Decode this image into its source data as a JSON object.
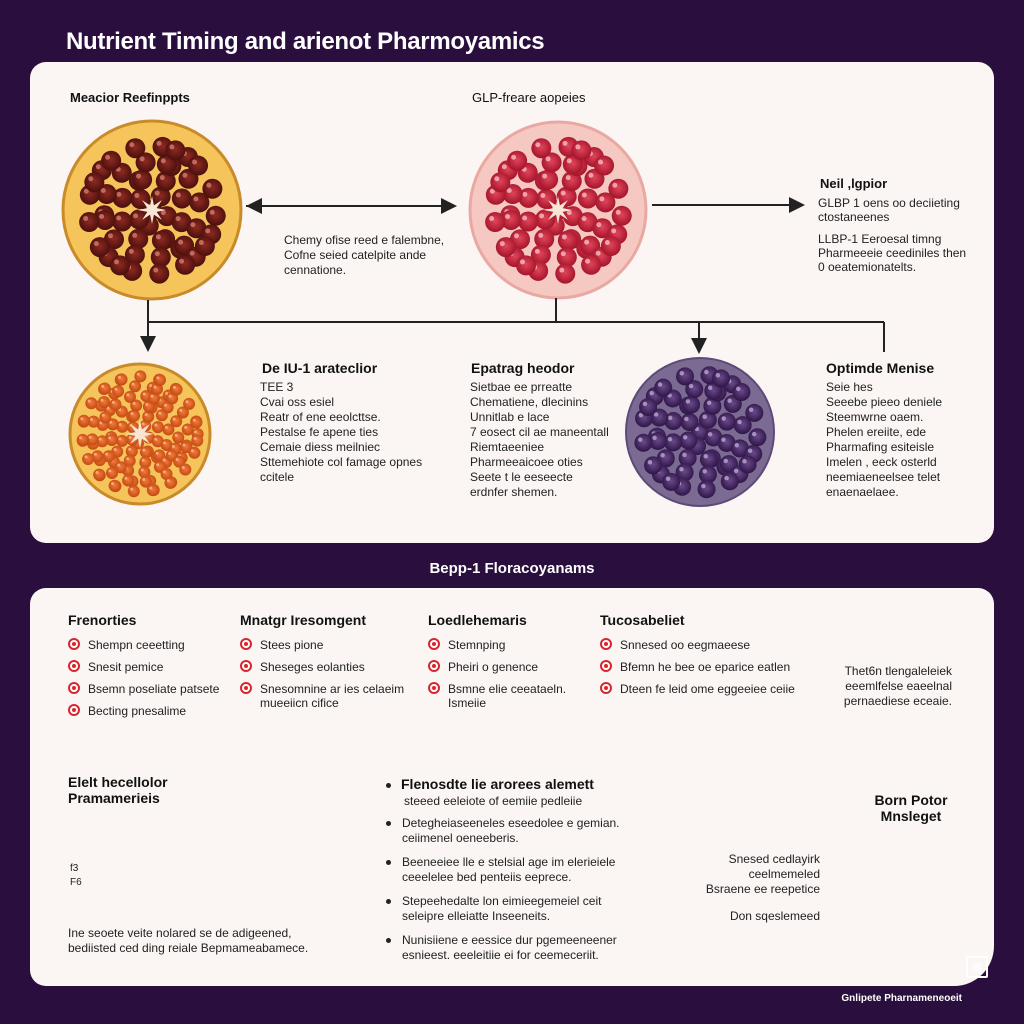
{
  "title": "Nutrient Timing and arienot Pharmoyamics",
  "top_panel": {
    "label_tl": "Meacior Reefinppts",
    "label_tc": "GLP-freare aopeies",
    "mid_note": [
      "Chemy ofise reed e falembne,",
      "Cofne seied catelpite ande",
      "cennatione."
    ],
    "right_head": "Neil ,lgpior",
    "right_lines": [
      "GLBP 1 oens oo deciieting",
      "ctostaneenes",
      "LLBP-1 Eeroesal timng",
      "Pharmeeeie ceediniles then",
      "0 oeatemionatelts."
    ],
    "col1_head": "De IU-1 arateclior",
    "col1_lines": [
      "TEE 3",
      "Cvai oss esiel",
      "Reatr of ene eeolcttse.",
      "Pestalse fe apene ties",
      "Cemaie diess meilniec",
      "Sttemehiote col famage opnes",
      "ccitele"
    ],
    "col2_head": "Epatrag heodor",
    "col2_lines": [
      "Sietbae ee prreatte",
      "Chematiene, dlecinins",
      "Unnitlab e lace",
      "7 eosect cil ae maneentall",
      "Riemtaeeniee",
      "Pharmeeaicoee oties",
      "Seete t le eeseecte",
      "erdnfer shemen."
    ],
    "col3_head": "Optimde Menise",
    "col3_lines": [
      "Seie hes",
      "Seeebe pieeo deniele",
      "Steemwrne oaem.",
      "Phelen ereiite, ede",
      "Pharmafing esiteisle",
      "Imelen , eeck osterld",
      "neemiaeneelsee telet",
      "enaenaelaee."
    ]
  },
  "section_title": "Bepp-1 Floracoyanams",
  "bottom_panel": {
    "cols": [
      {
        "head": "Frenorties",
        "items": [
          "Shempn ceeetting",
          "Snesit pemice",
          "Bsemn poseliate patsete",
          "Becting pnesalime"
        ]
      },
      {
        "head": "Mnatgr Iresomgent",
        "items": [
          "Stees pione",
          "Sheseges eolanties",
          "Snesomnine ar ies celaeim mueeiicn cifice"
        ]
      },
      {
        "head": "Loedlehemaris",
        "items": [
          "Stemnping",
          "Pheiri o genence",
          "Bsmne elie ceeataeln. Ismeiie"
        ]
      },
      {
        "head": "Tucosabeliet",
        "items": [
          "Snnesed oo eegmaeese",
          "Bfemn he bee oe eparice eatlen",
          "Dteen fe leid ome eggeeiee ceiie"
        ]
      }
    ],
    "side_note": [
      "Thet6n tlengaleleiek",
      "eeemlfelse eaeelnal",
      "pernaediese eceaie."
    ],
    "lower_left_head": "Elelt hecellolor",
    "lower_left_head2": "Pramamerieis",
    "axis_marks": [
      "f3",
      "F6"
    ],
    "caption": [
      "Ine seoete veite nolared se de adigeened,",
      "bediisted ced ding reiale Bepmameabamece."
    ],
    "mid_head": "Flenosdte lie arorees alemett",
    "mid_sub": "steeed eeleiote of eemiie pedleiie",
    "mid_items": [
      "Detegheiaseeneles eseedolee e gemian. ceiimenel oeneeberis.",
      "Beeneeiee lle e stelsial age im elerieiele ceeelelee bed penteiis eeprece.",
      "Stepeehedalte lon eimieegemeiel ceit seleipre elleiatte Inseeneits.",
      "Nunisiiene e eessice dur pgemeeneener esnieest. eeeleitiie ei for ceemeceriit."
    ],
    "right_head": "Born Potor",
    "right_head2": "Mnsleget",
    "right_labels": [
      "Snesed cedlayirk",
      "ceelmemeled",
      "Bsraene ee reepetice",
      "Don sqeslemeed"
    ]
  },
  "footer": "Gnlipete Pharnameneoeit",
  "colors": {
    "background": "#2a0e3d",
    "panel": "#fbf5f4",
    "accent_red": "#d9262e",
    "pink": "#f4a5a0"
  }
}
